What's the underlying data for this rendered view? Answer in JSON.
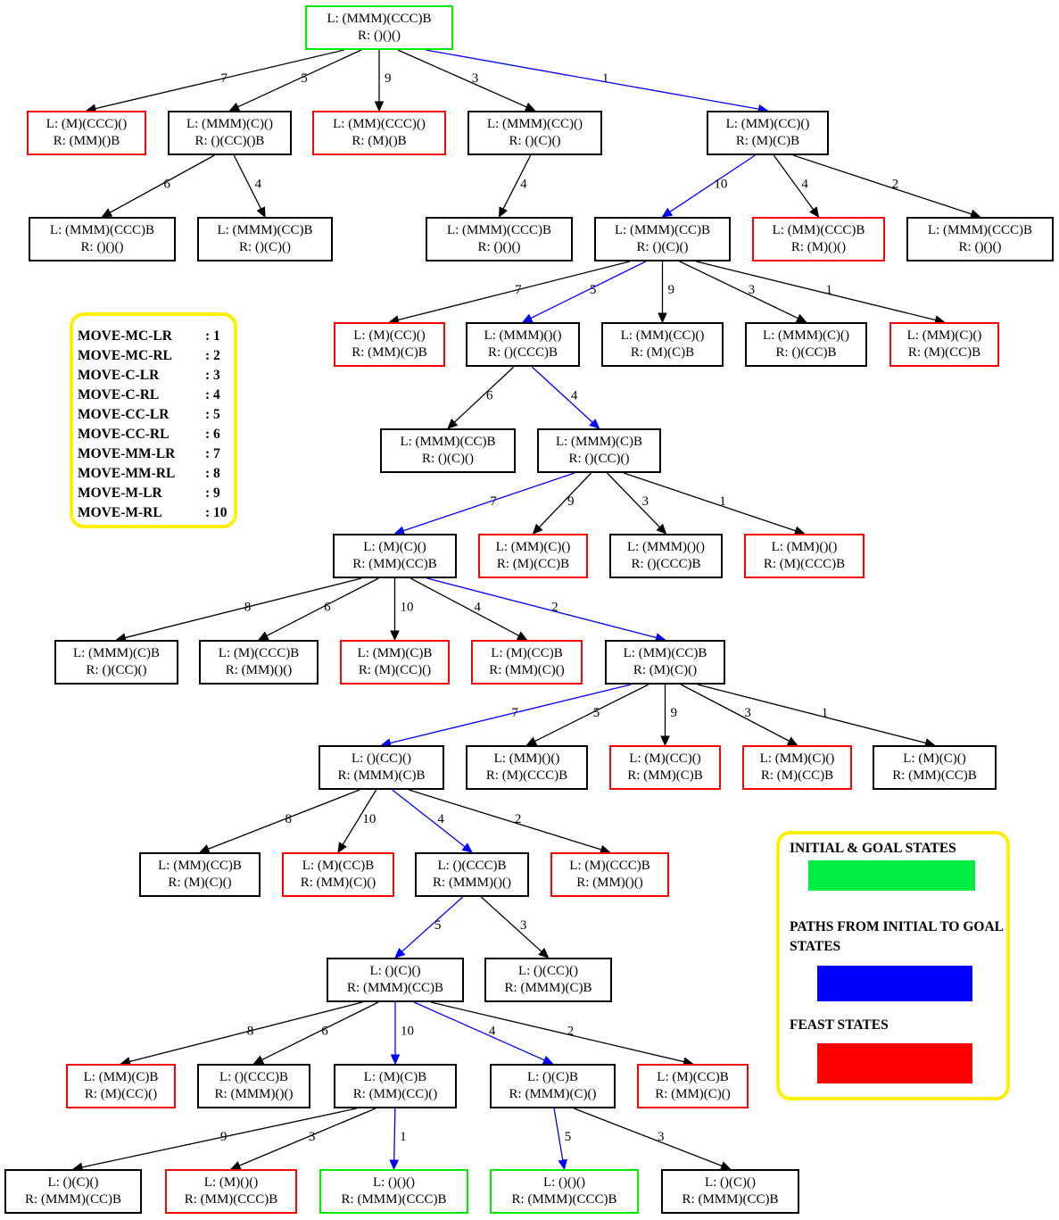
{
  "colors": {
    "green": "#00ee00",
    "red": "#ff0000",
    "blue": "#0000ff",
    "black": "#000000",
    "yellow": "#ffef00"
  },
  "nodes": [
    {
      "id": "n1",
      "L": "L: (MMM)(CCC)B",
      "R": "R: ()()()",
      "kind": "green"
    },
    {
      "id": "n2",
      "L": "L: (M)(CCC)()",
      "R": "R: (MM)()B",
      "kind": "red"
    },
    {
      "id": "n3",
      "L": "L: (MMM)(C)()",
      "R": "R: ()(CC)()B",
      "kind": "black"
    },
    {
      "id": "n4",
      "L": "L: (MM)(CCC)()",
      "R": "R: (M)()B",
      "kind": "red"
    },
    {
      "id": "n5",
      "L": "L: (MMM)(CC)()",
      "R": "R: ()(C)()",
      "kind": "black"
    },
    {
      "id": "n6",
      "L": "L: (MM)(CC)()",
      "R": "R: (M)(C)B",
      "kind": "black"
    },
    {
      "id": "n7",
      "L": "L: (MMM)(CCC)B",
      "R": "R: ()()()",
      "kind": "black"
    },
    {
      "id": "n8",
      "L": "L: (MMM)(CC)B",
      "R": "R: ()(C)()",
      "kind": "black"
    },
    {
      "id": "n9",
      "L": "L: (MMM)(CCC)B",
      "R": "R: ()()()",
      "kind": "black"
    },
    {
      "id": "n10",
      "L": "L: (MMM)(CC)B",
      "R": "R: ()(C)()",
      "kind": "black"
    },
    {
      "id": "n11",
      "L": "L: (MM)(CCC)B",
      "R": "R: (M)()()",
      "kind": "red"
    },
    {
      "id": "n12",
      "L": "L: (MMM)(CCC)B",
      "R": "R: ()()()",
      "kind": "black"
    },
    {
      "id": "n13",
      "L": "L: (M)(CC)()",
      "R": "R: (MM)(C)B",
      "kind": "red"
    },
    {
      "id": "n14",
      "L": "L: (MMM)()()",
      "R": "R: ()(CCC)B",
      "kind": "black"
    },
    {
      "id": "n15",
      "L": "L: (MM)(CC)()",
      "R": "R: (M)(C)B",
      "kind": "black"
    },
    {
      "id": "n16",
      "L": "L: (MMM)(C)()",
      "R": "R: ()(CC)B",
      "kind": "black"
    },
    {
      "id": "n17",
      "L": "L: (MM)(C)()",
      "R": "R: (M)(CC)B",
      "kind": "red"
    },
    {
      "id": "n18",
      "L": "L: (MMM)(CC)B",
      "R": "R: ()(C)()",
      "kind": "black"
    },
    {
      "id": "n19",
      "L": "L: (MMM)(C)B",
      "R": "R: ()(CC)()",
      "kind": "black"
    },
    {
      "id": "n20",
      "L": "L: (M)(C)()",
      "R": "R: (MM)(CC)B",
      "kind": "black"
    },
    {
      "id": "n21",
      "L": "L: (MM)(C)()",
      "R": "R: (M)(CC)B",
      "kind": "red"
    },
    {
      "id": "n22",
      "L": "L: (MMM)()()",
      "R": "R: ()(CCC)B",
      "kind": "black"
    },
    {
      "id": "n23",
      "L": "L: (MM)()()",
      "R": "R: (M)(CCC)B",
      "kind": "red"
    },
    {
      "id": "n24",
      "L": "L: (MMM)(C)B",
      "R": "R: ()(CC)()",
      "kind": "black"
    },
    {
      "id": "n25",
      "L": "L: (M)(CCC)B",
      "R": "R: (MM)()()",
      "kind": "black"
    },
    {
      "id": "n26",
      "L": "L: (MM)(C)B",
      "R": "R: (M)(CC)()",
      "kind": "red"
    },
    {
      "id": "n27",
      "L": "L: (M)(CC)B",
      "R": "R: (MM)(C)()",
      "kind": "red"
    },
    {
      "id": "n28",
      "L": "L: (MM)(CC)B",
      "R": "R: (M)(C)()",
      "kind": "black"
    },
    {
      "id": "n29",
      "L": "L: ()(CC)()",
      "R": "R: (MMM)(C)B",
      "kind": "black"
    },
    {
      "id": "n30",
      "L": "L: (MM)()()",
      "R": "R: (M)(CCC)B",
      "kind": "black"
    },
    {
      "id": "n31",
      "L": "L: (M)(CC)()",
      "R": "R: (MM)(C)B",
      "kind": "red"
    },
    {
      "id": "n32",
      "L": "L: (MM)(C)()",
      "R": "R: (M)(CC)B",
      "kind": "red"
    },
    {
      "id": "n33",
      "L": "L: (M)(C)()",
      "R": "R: (MM)(CC)B",
      "kind": "black"
    },
    {
      "id": "n34",
      "L": "L: (MM)(CC)B",
      "R": "R: (M)(C)()",
      "kind": "black"
    },
    {
      "id": "n35",
      "L": "L: (M)(CC)B",
      "R": "R: (MM)(C)()",
      "kind": "red"
    },
    {
      "id": "n36",
      "L": "L: ()(CCC)B",
      "R": "R: (MMM)()()",
      "kind": "black"
    },
    {
      "id": "n37",
      "L": "L: (M)(CCC)B",
      "R": "R: (MM)()()",
      "kind": "red"
    },
    {
      "id": "n38",
      "L": "L: ()(C)()",
      "R": "R: (MMM)(CC)B",
      "kind": "black"
    },
    {
      "id": "n39",
      "L": "L: ()(CC)()",
      "R": "R: (MMM)(C)B",
      "kind": "black"
    },
    {
      "id": "n40",
      "L": "L: (MM)(C)B",
      "R": "R: (M)(CC)()",
      "kind": "red"
    },
    {
      "id": "n41",
      "L": "L: ()(CCC)B",
      "R": "R: (MMM)()()",
      "kind": "black"
    },
    {
      "id": "n42",
      "L": "L: (M)(C)B",
      "R": "R: (MM)(CC)()",
      "kind": "black"
    },
    {
      "id": "n43",
      "L": "L: ()(C)B",
      "R": "R: (MMM)(C)()",
      "kind": "black"
    },
    {
      "id": "n44",
      "L": "L: (M)(CC)B",
      "R": "R: (MM)(C)()",
      "kind": "red"
    },
    {
      "id": "n45",
      "L": "L: ()(C)()",
      "R": "R: (MMM)(CC)B",
      "kind": "black"
    },
    {
      "id": "n46",
      "L": "L: (M)()()",
      "R": "R: (MM)(CCC)B",
      "kind": "red"
    },
    {
      "id": "n47",
      "L": "L: ()()()",
      "R": "R: (MMM)(CCC)B",
      "kind": "green"
    },
    {
      "id": "n48",
      "L": "L: ()()()",
      "R": "R: (MMM)(CCC)B",
      "kind": "green"
    },
    {
      "id": "n49",
      "L": "L: ()(C)()",
      "R": "R: (MMM)(CC)B",
      "kind": "black"
    }
  ],
  "edges": [
    {
      "from": "n1",
      "to": "n2",
      "label": "7",
      "color": "black"
    },
    {
      "from": "n1",
      "to": "n3",
      "label": "5",
      "color": "black"
    },
    {
      "from": "n1",
      "to": "n4",
      "label": "9",
      "color": "black"
    },
    {
      "from": "n1",
      "to": "n5",
      "label": "3",
      "color": "black"
    },
    {
      "from": "n1",
      "to": "n6",
      "label": "1",
      "color": "blue"
    },
    {
      "from": "n3",
      "to": "n7",
      "label": "6",
      "color": "black"
    },
    {
      "from": "n3",
      "to": "n8",
      "label": "4",
      "color": "black"
    },
    {
      "from": "n5",
      "to": "n9",
      "label": "4",
      "color": "black"
    },
    {
      "from": "n6",
      "to": "n10",
      "label": "10",
      "color": "blue"
    },
    {
      "from": "n6",
      "to": "n11",
      "label": "4",
      "color": "black"
    },
    {
      "from": "n6",
      "to": "n12",
      "label": "2",
      "color": "black"
    },
    {
      "from": "n10",
      "to": "n13",
      "label": "7",
      "color": "black"
    },
    {
      "from": "n10",
      "to": "n14",
      "label": "5",
      "color": "blue"
    },
    {
      "from": "n10",
      "to": "n15",
      "label": "9",
      "color": "black"
    },
    {
      "from": "n10",
      "to": "n16",
      "label": "3",
      "color": "black"
    },
    {
      "from": "n10",
      "to": "n17",
      "label": "1",
      "color": "black"
    },
    {
      "from": "n14",
      "to": "n18",
      "label": "6",
      "color": "black"
    },
    {
      "from": "n14",
      "to": "n19",
      "label": "4",
      "color": "blue"
    },
    {
      "from": "n19",
      "to": "n20",
      "label": "7",
      "color": "blue"
    },
    {
      "from": "n19",
      "to": "n21",
      "label": "9",
      "color": "black"
    },
    {
      "from": "n19",
      "to": "n22",
      "label": "3",
      "color": "black"
    },
    {
      "from": "n19",
      "to": "n23",
      "label": "1",
      "color": "black"
    },
    {
      "from": "n20",
      "to": "n24",
      "label": "8",
      "color": "black"
    },
    {
      "from": "n20",
      "to": "n25",
      "label": "6",
      "color": "black"
    },
    {
      "from": "n20",
      "to": "n26",
      "label": "10",
      "color": "black"
    },
    {
      "from": "n20",
      "to": "n27",
      "label": "4",
      "color": "black"
    },
    {
      "from": "n20",
      "to": "n28",
      "label": "2",
      "color": "blue"
    },
    {
      "from": "n28",
      "to": "n29",
      "label": "7",
      "color": "blue"
    },
    {
      "from": "n28",
      "to": "n30",
      "label": "5",
      "color": "black"
    },
    {
      "from": "n28",
      "to": "n31",
      "label": "9",
      "color": "black"
    },
    {
      "from": "n28",
      "to": "n32",
      "label": "3",
      "color": "black"
    },
    {
      "from": "n28",
      "to": "n33",
      "label": "1",
      "color": "black"
    },
    {
      "from": "n29",
      "to": "n34",
      "label": "8",
      "color": "black"
    },
    {
      "from": "n29",
      "to": "n35",
      "label": "10",
      "color": "black"
    },
    {
      "from": "n29",
      "to": "n36",
      "label": "4",
      "color": "blue"
    },
    {
      "from": "n29",
      "to": "n37",
      "label": "2",
      "color": "black"
    },
    {
      "from": "n36",
      "to": "n38",
      "label": "5",
      "color": "blue"
    },
    {
      "from": "n36",
      "to": "n39",
      "label": "3",
      "color": "black"
    },
    {
      "from": "n38",
      "to": "n40",
      "label": "8",
      "color": "black"
    },
    {
      "from": "n38",
      "to": "n41",
      "label": "6",
      "color": "black"
    },
    {
      "from": "n38",
      "to": "n42",
      "label": "10",
      "color": "blue"
    },
    {
      "from": "n38",
      "to": "n43",
      "label": "4",
      "color": "blue"
    },
    {
      "from": "n38",
      "to": "n44",
      "label": "2",
      "color": "black"
    },
    {
      "from": "n42",
      "to": "n45",
      "label": "9",
      "color": "black"
    },
    {
      "from": "n42",
      "to": "n46",
      "label": "3",
      "color": "black"
    },
    {
      "from": "n42",
      "to": "n47",
      "label": "1",
      "color": "blue"
    },
    {
      "from": "n43",
      "to": "n48",
      "label": "5",
      "color": "blue"
    },
    {
      "from": "n43",
      "to": "n49",
      "label": "3",
      "color": "black"
    }
  ],
  "moves_legend": [
    {
      "name": "MOVE-MC-LR",
      "code": ": 1"
    },
    {
      "name": "MOVE-MC-RL",
      "code": ": 2"
    },
    {
      "name": "MOVE-C-LR",
      "code": ": 3"
    },
    {
      "name": "MOVE-C-RL",
      "code": ": 4"
    },
    {
      "name": "MOVE-CC-LR",
      "code": ": 5"
    },
    {
      "name": "MOVE-CC-RL",
      "code": ": 6"
    },
    {
      "name": "MOVE-MM-LR",
      "code": ": 7"
    },
    {
      "name": "MOVE-MM-RL",
      "code": ": 8"
    },
    {
      "name": "MOVE-M-LR",
      "code": ": 9"
    },
    {
      "name": "MOVE-M-RL",
      "code": ": 10"
    }
  ],
  "color_legend": {
    "initial_goal": "INITIAL & GOAL STATES",
    "paths": "PATHS FROM INITIAL TO GOAL STATES",
    "feast": "FEAST STATES"
  }
}
